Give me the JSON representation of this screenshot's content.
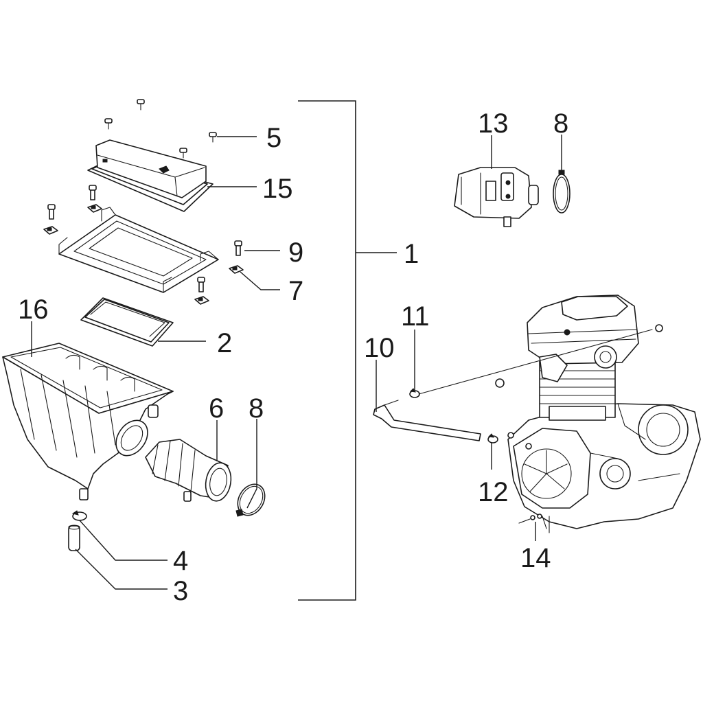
{
  "callouts": {
    "c1": "1",
    "c2": "2",
    "c3": "3",
    "c4": "4",
    "c5": "5",
    "c6": "6",
    "c7": "7",
    "c8a": "8",
    "c8b": "8",
    "c9": "9",
    "c10": "10",
    "c11": "11",
    "c12": "12",
    "c13": "13",
    "c14": "14",
    "c15": "15",
    "c16": "16"
  }
}
